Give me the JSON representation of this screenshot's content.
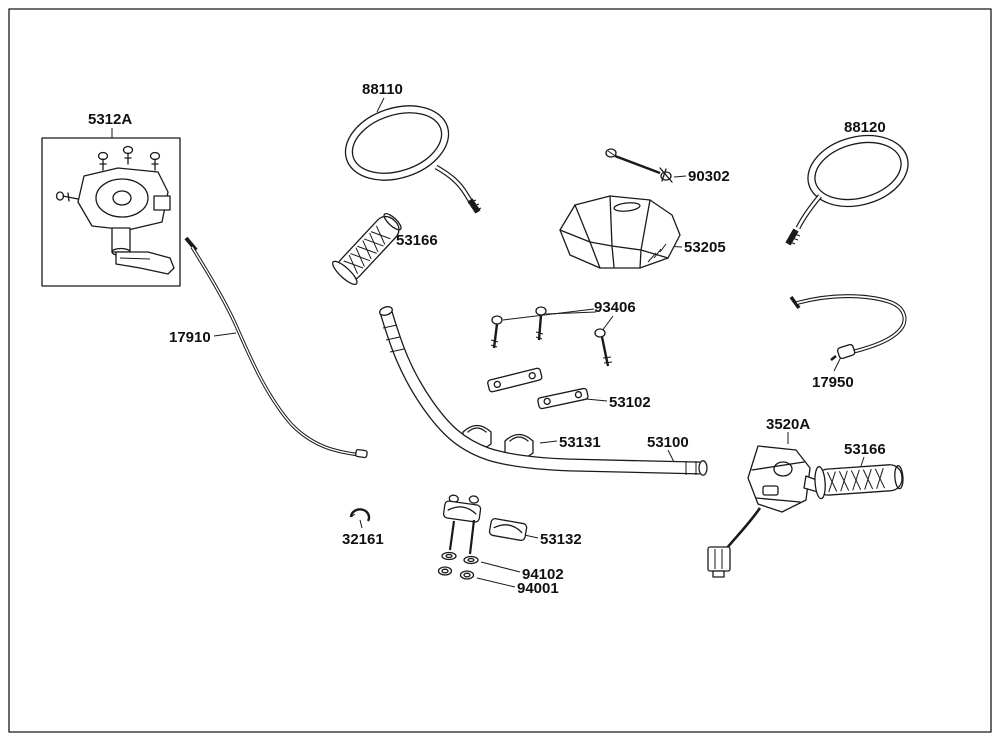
{
  "page": {
    "background": "#ffffff",
    "line_color": "#1a1a1a"
  },
  "diagram": {
    "parts": [
      {
        "label": "5312A"
      },
      {
        "label": "88110"
      },
      {
        "label": "90302"
      },
      {
        "label": "88120"
      },
      {
        "label": "53166"
      },
      {
        "label": "53205"
      },
      {
        "label": "93406"
      },
      {
        "label": "17910"
      },
      {
        "label": "17950"
      },
      {
        "label": "53102"
      },
      {
        "label": "53131"
      },
      {
        "label": "53100"
      },
      {
        "label": "3520A"
      },
      {
        "label": "53166"
      },
      {
        "label": "32161"
      },
      {
        "label": "53132"
      },
      {
        "label": "94102"
      },
      {
        "label": "94001"
      }
    ]
  }
}
